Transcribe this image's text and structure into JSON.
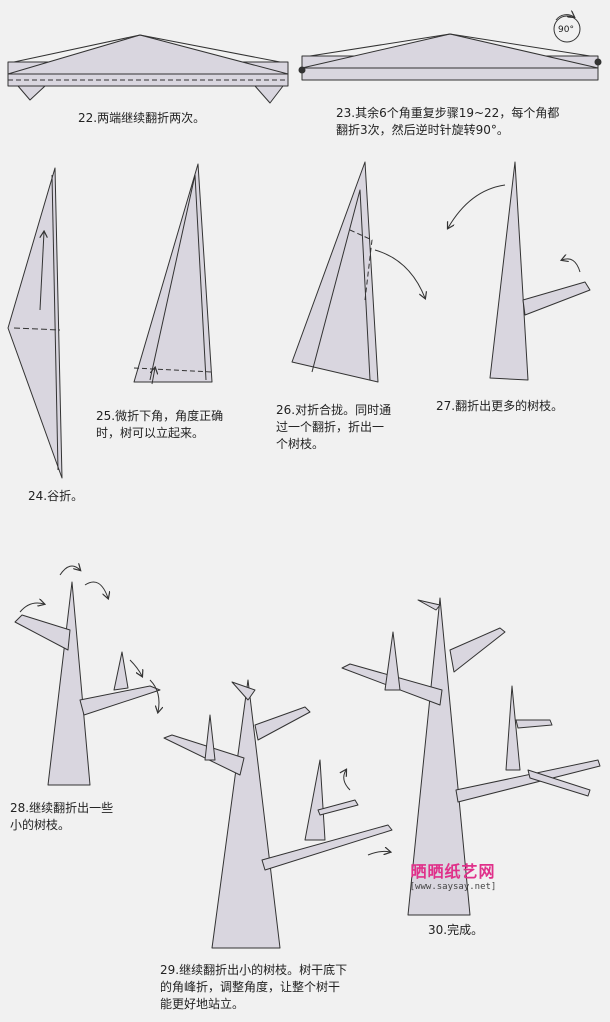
{
  "captions": {
    "s22": "22.两端继续翻折两次。",
    "s23": "23.其余6个角重复步骤19~22，每个角都\n翻折3次，然后逆时针旋转90°。",
    "s24": "24.谷折。",
    "s25": "25.微折下角，角度正确\n时，树可以立起来。",
    "s26": "26.对折合拢。同时通\n过一个翻折，折出一\n个树枝。",
    "s27": "27.翻折出更多的树枝。",
    "s28": "28.继续翻折出一些\n小的树枝。",
    "s29": "29.继续翻折出小的树枝。树干底下\n的角峰折，调整角度，让整个树干\n能更好地站立。",
    "s30": "30.完成。"
  },
  "rotate_symbol": "90°",
  "watermark": {
    "name": "晒晒纸艺网",
    "url": "[www.saysay.net]"
  },
  "colors": {
    "paper": "#d9d6df",
    "line": "#333333",
    "bg": "#f1f1f1",
    "brand": "#e0308a"
  }
}
